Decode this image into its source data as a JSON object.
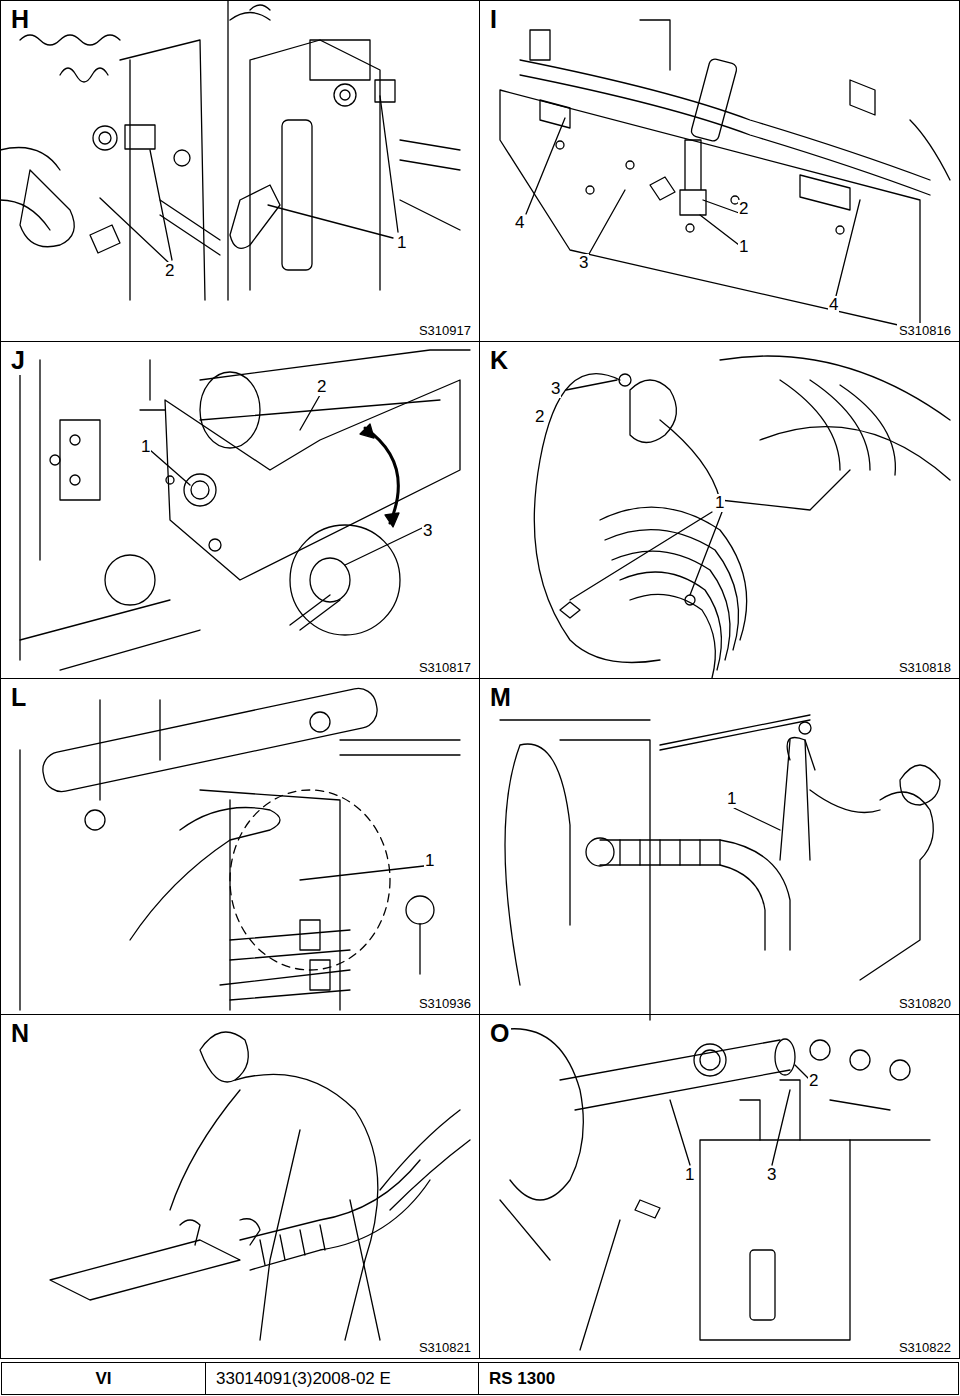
{
  "diagram": {
    "nodes": [
      {
        "text": [
          "H",
          "S310917"
        ]
      },
      {
        "text": [
          "I",
          "S310816"
        ]
      },
      {
        "text": [
          "J",
          "S310817"
        ]
      },
      {
        "text": [
          "K",
          "S310818"
        ]
      },
      {
        "text": [
          "L",
          "S310936"
        ]
      },
      {
        "text": [
          "M",
          "S310820"
        ]
      },
      {
        "text": [
          "N",
          "S310821"
        ]
      },
      {
        "text": [
          "O",
          "S310822"
        ]
      },
      {
        "text": [
          "VI"
        ]
      },
      {
        "text": [
          "33014091(3)2008-02 E"
        ]
      },
      {
        "text": [
          "RS 1300"
        ]
      }
    ],
    "labels": [
      "2",
      "1",
      "4",
      "3",
      "2",
      "1",
      "4",
      "2",
      "1",
      "3",
      "3",
      "2",
      "1",
      "1",
      "1",
      "2",
      "1",
      "3"
    ]
  }
}
